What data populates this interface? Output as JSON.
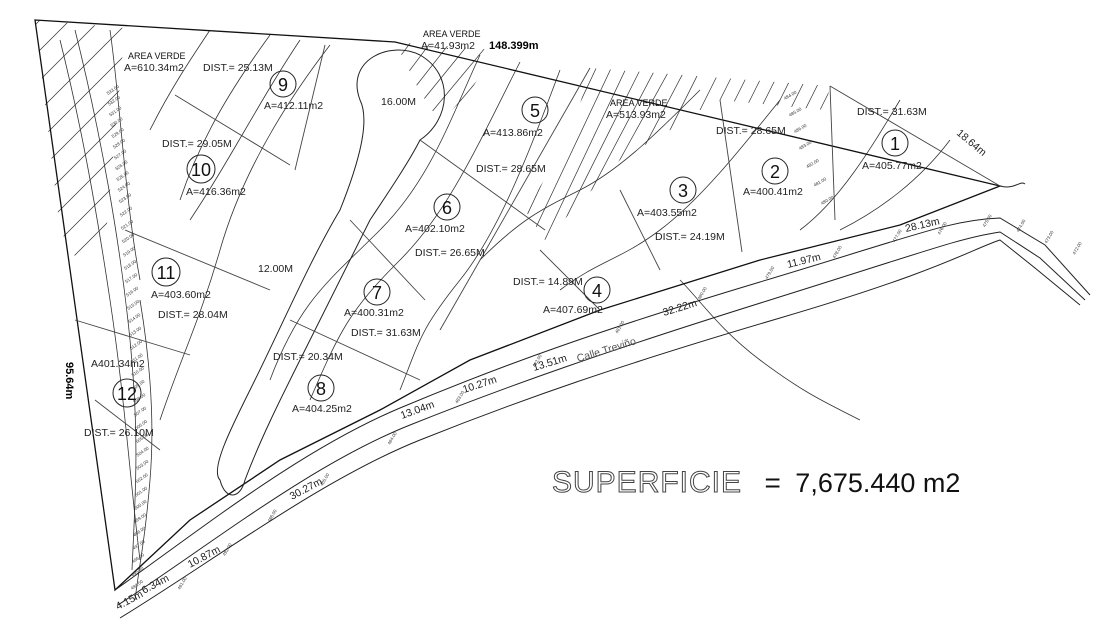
{
  "plan": {
    "green_areas": [
      {
        "label": "AREA VERDE",
        "area": "A=610.34m2"
      },
      {
        "label": "AREA VERDE",
        "area": "A=41.93m2"
      },
      {
        "label": "AREA VERDE",
        "area": "A=513.93m2"
      }
    ],
    "lots": [
      {
        "number": "1",
        "area": "A=405.77m2"
      },
      {
        "number": "2",
        "area": "A=400.41m2"
      },
      {
        "number": "3",
        "area": "A=403.55m2"
      },
      {
        "number": "4",
        "area": "A=407.69m2"
      },
      {
        "number": "5",
        "area": "A=413.86m2"
      },
      {
        "number": "6",
        "area": "A=402.10m2"
      },
      {
        "number": "7",
        "area": "A=400.31m2"
      },
      {
        "number": "8",
        "area": "A=404.25m2"
      },
      {
        "number": "9",
        "area": "A=412.11m2"
      },
      {
        "number": "10",
        "area": "A=416.36m2"
      },
      {
        "number": "11",
        "area": "A=403.60m2"
      },
      {
        "number": "12",
        "area": "A401.34m2"
      }
    ],
    "distances": [
      "DIST.= 31.63M",
      "DIST.= 28.65M",
      "DIST.= 24.19M",
      "DIST.= 14.89M",
      "DIST.= 28.65M",
      "DIST.= 26.65M",
      "DIST.= 31.63M",
      "DIST.= 20.34M",
      "DIST.= 25.13M",
      "DIST.= 29.05M",
      "DIST.= 28.04M",
      "DIST.= 26.10M"
    ],
    "widths": [
      "16.00M",
      "12.00M"
    ],
    "dimensions": {
      "top_boundary": "148.399m",
      "left_boundary": "95.64m",
      "right_boundary": "18.64m",
      "road_segments": [
        "28.13m",
        "11.97m",
        "32.22m",
        "13.51m",
        "10.27m",
        "13.04m",
        "30.27m",
        "10.87m",
        "6.34m",
        "4.15m"
      ]
    },
    "street_name": "Calle Treviño",
    "elevations_left": [
      "533.00",
      "532.00",
      "531.00",
      "530.00",
      "529.00",
      "528.00",
      "527.00",
      "526.00",
      "525.00",
      "524.00",
      "523.00",
      "522.00",
      "521.00",
      "520.00",
      "519.00",
      "518.00",
      "517.00",
      "516.00",
      "515.00",
      "514.00",
      "513.00",
      "512.00",
      "511.00",
      "510.00",
      "509.00",
      "508.00",
      "507.00",
      "506.00",
      "505.00",
      "504.00",
      "503.00",
      "502.00",
      "501.00",
      "500.00",
      "499.00",
      "498.00",
      "497.00",
      "496.00",
      "495.00",
      "494.00"
    ],
    "elevations_road": [
      "491.00",
      "492.00",
      "486.00",
      "485.00",
      "484.00",
      "483.00",
      "482.00",
      "481.00",
      "480.00",
      "479.00",
      "478.00",
      "477.00",
      "476.00",
      "475.00",
      "474.00",
      "473.00",
      "472.00"
    ],
    "elevations_right": [
      "484.00",
      "485.00",
      "486.00",
      "483.00",
      "482.00",
      "481.00",
      "480.00"
    ]
  },
  "summary": {
    "label": "SUPERFICIE",
    "equals": "=",
    "value": "7,675.440 m2"
  }
}
